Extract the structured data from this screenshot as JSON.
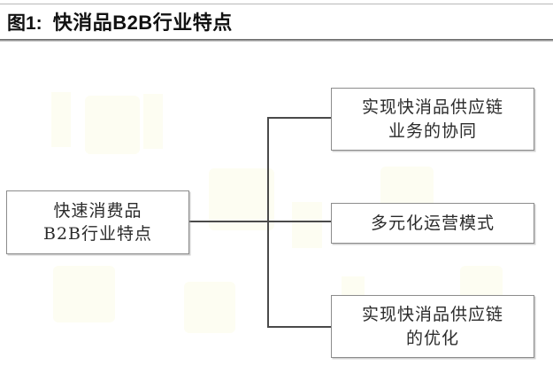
{
  "header": {
    "figure_label": "图1:",
    "title": "快消品B2B行业特点"
  },
  "diagram": {
    "root": {
      "line1": "快速消费品",
      "line2": "B2B行业特点"
    },
    "branches": [
      {
        "id": "branch-1",
        "line1": "实现快消品供应链",
        "line2": "业务的协同"
      },
      {
        "id": "branch-2",
        "line1": "多元化运营模式",
        "line2": ""
      },
      {
        "id": "branch-3",
        "line1": "实现快消品供应链",
        "line2": "的优化"
      }
    ]
  },
  "colors": {
    "page_background": "#ffffff",
    "text": "#2b2b2b",
    "title_text": "#111111",
    "node_border": "#8c8c8c",
    "connector": "#4a4a4a",
    "rule_top": "#b9b9b9",
    "rule_bottom": "#5a5a5a",
    "watermark": "#fdfdf2"
  }
}
